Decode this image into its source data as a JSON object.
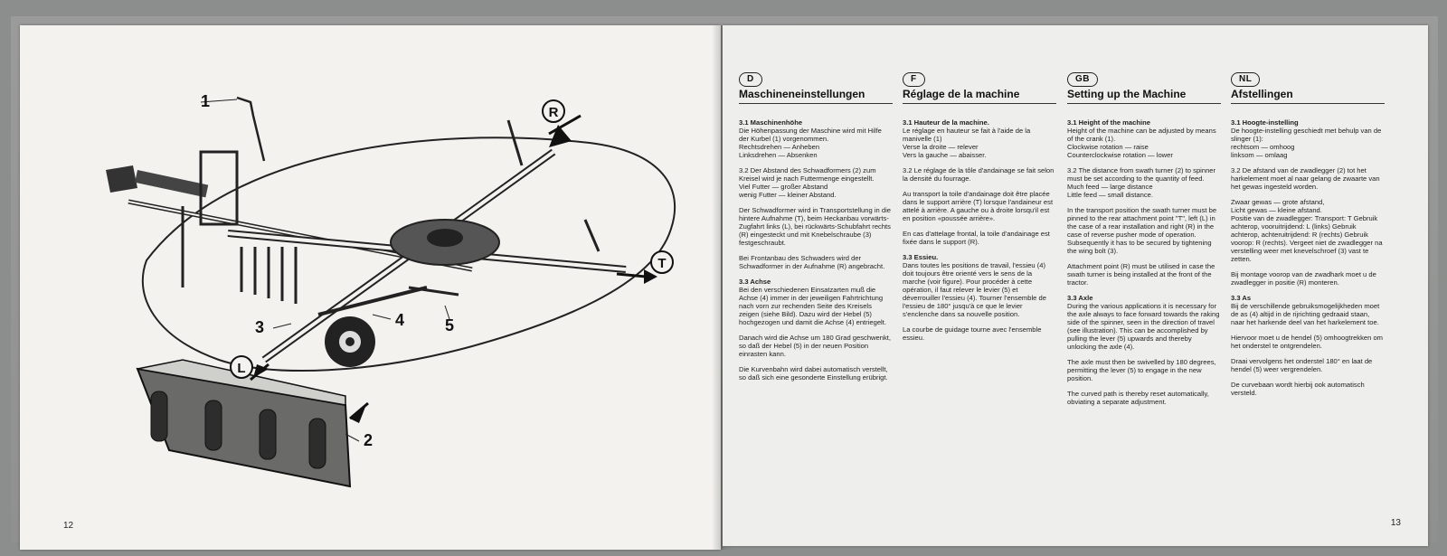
{
  "pages": {
    "left_number": "12",
    "right_number": "13"
  },
  "illustration": {
    "callouts": [
      "1",
      "2",
      "3",
      "4",
      "5"
    ],
    "circle_labels": [
      "R",
      "T",
      "L"
    ]
  },
  "columns": [
    {
      "lang": "D",
      "title": "Maschineneinstellungen",
      "paragraphs": [
        {
          "heading": "3.1 Maschinenhöhe",
          "text": "Die Höhenpassung der Maschine wird mit Hilfe der Kurbel (1) vorgenommen.\nRechtsdrehen  — Anheben\nLinksdrehen  — Absenken"
        },
        {
          "heading": "",
          "text": "3.2 Der Abstand des Schwadformers (2) zum Kreisel wird je nach Futtermenge eingestellt.\nViel Futter — großer Abstand\nwenig Futter — kleiner Abstand."
        },
        {
          "heading": "",
          "text": "Der Schwadformer wird in Transportstellung in die hintere Aufnahme (T), beim Heckanbau vorwärts-Zugfahrt links (L), bei rückwärts-Schubfahrt rechts (R) eingesteckt und mit Knebelschraube (3) festgeschraubt."
        },
        {
          "heading": "",
          "text": "Bei Frontanbau des Schwaders wird der Schwadformer in der Aufnahme (R) angebracht."
        },
        {
          "heading": "3.3 Achse",
          "text": "Bei den verschiedenen Einsatzarten muß die Achse (4) immer in der jeweiligen Fahrtrichtung nach vorn zur rechenden Seite des Kreisels zeigen (siehe Bild). Dazu wird der Hebel (5) hochgezogen und damit die Achse (4) entriegelt."
        },
        {
          "heading": "",
          "text": "Danach wird die Achse um 180 Grad geschwenkt, so daß der Hebel (5) in der neuen Position einrasten kann."
        },
        {
          "heading": "",
          "text": "Die Kurvenbahn wird dabei automatisch verstellt, so daß sich eine gesonderte Einstellung erübrigt."
        }
      ]
    },
    {
      "lang": "F",
      "title": "Réglage de la machine",
      "paragraphs": [
        {
          "heading": "3.1 Hauteur de la machine.",
          "text": "Le réglage en hauteur se fait à l'aide de la manivelle (1)\nVerse la droite — relever\nVers la gauche — abaisser."
        },
        {
          "heading": "",
          "text": "3.2 Le réglage de la tôle d'andainage se fait selon la densité du fourrage."
        },
        {
          "heading": "",
          "text": "Au transport la toile d'andainage doit être placée dans le support arrière (T) lorsque l'andaineur est attelé à arrière. A gauche ou à droite lorsqu'il est en position «poussée arrière»."
        },
        {
          "heading": "",
          "text": "En cas d'attelage frontal, la toile d'andainage est fixée dans le support (R)."
        },
        {
          "heading": "3.3 Essieu.",
          "text": "Dans toutes les positions de travail, l'essieu (4) doit toujours être orienté vers le sens de la marche (voir figure). Pour procéder à cette opération, il faut relever le levier (5) et déverrouiller l'essieu (4). Tourner l'ensemble de l'essieu de 180° jusqu'à ce que le levier s'enclenche dans sa nouvelle position."
        },
        {
          "heading": "",
          "text": "La courbe de guidage tourne avec l'ensemble essieu."
        }
      ]
    },
    {
      "lang": "GB",
      "title": "Setting up the Machine",
      "paragraphs": [
        {
          "heading": "3.1 Height of the machine",
          "text": "Height of the machine can be adjusted by means of the crank (1).\nClockwise rotation  — raise\nCounterclockwise rotation — lower"
        },
        {
          "heading": "",
          "text": "3.2 The distance from swath turner (2) to spinner must be set according to the quantity of feed.\nMuch feed — large distance\nLittle feed — small distance."
        },
        {
          "heading": "",
          "text": "In the transport position the swath turner must be pinned to the rear attachment point \"T\", left (L) in the case of a rear installation and right (R) in the case of reverse pusher mode of operation. Subsequently it has to be secured by tightening the wing bolt (3)."
        },
        {
          "heading": "",
          "text": "Attachment point (R) must be utilised in case the swath turner is being installed at the front of the tractor."
        },
        {
          "heading": "3.3 Axle",
          "text": "During the various applications it is necessary for the axle always to face forward towards the raking side of the spinner, seen in the direction of travel (see illustration). This can be accomplished by pulling the lever (5) upwards and thereby unlocking the axle (4)."
        },
        {
          "heading": "",
          "text": "The axle must then be swivelled by 180 degrees, permitting the lever (5) to engage in the new position."
        },
        {
          "heading": "",
          "text": "The curved path is thereby reset automatically, obviating a separate adjustment."
        }
      ]
    },
    {
      "lang": "NL",
      "title": "Afstellingen",
      "paragraphs": [
        {
          "heading": "3.1 Hoogte-instelling",
          "text": "De hoogte-instelling geschiedt met behulp van de slinger (1):\nrechtsom  — omhoog\nlinksom  — omlaag"
        },
        {
          "heading": "",
          "text": "3.2 De afstand van de zwadlegger (2) tot het harkelement moet al naar gelang de zwaarte van het gewas ingesteld worden."
        },
        {
          "heading": "",
          "text": "Zwaar gewas — grote afstand,\nLicht gewas — kleine afstand.\nPositie van de zwadlegger: Transport: T Gebruik achterop, vooruitrijdend: L (links) Gebruik achterop, achteruitrijdend: R (rechts) Gebruik voorop: R (rechts). Vergeet niet de zwadlegger na verstelling weer met knevelschroef (3) vast te zetten."
        },
        {
          "heading": "",
          "text": "Bij montage voorop van de zwadhark moet u de zwadlegger in positie (R) monteren."
        },
        {
          "heading": "3.3 As",
          "text": "Bij de verschillende gebruiksmogelijkheden moet de as (4) altijd in de rijrichting gedraaid staan, naar het harkende deel van het harkelement toe."
        },
        {
          "heading": "",
          "text": "Hiervoor moet u de hendel (5) omhoogtrekken om het onderstel te ontgrendelen."
        },
        {
          "heading": "",
          "text": "Draai vervolgens het onderstel 180° en laat de hendel (5) weer vergrendelen."
        },
        {
          "heading": "",
          "text": "De curvebaan wordt hierbij ook automatisch versteld."
        }
      ]
    }
  ]
}
